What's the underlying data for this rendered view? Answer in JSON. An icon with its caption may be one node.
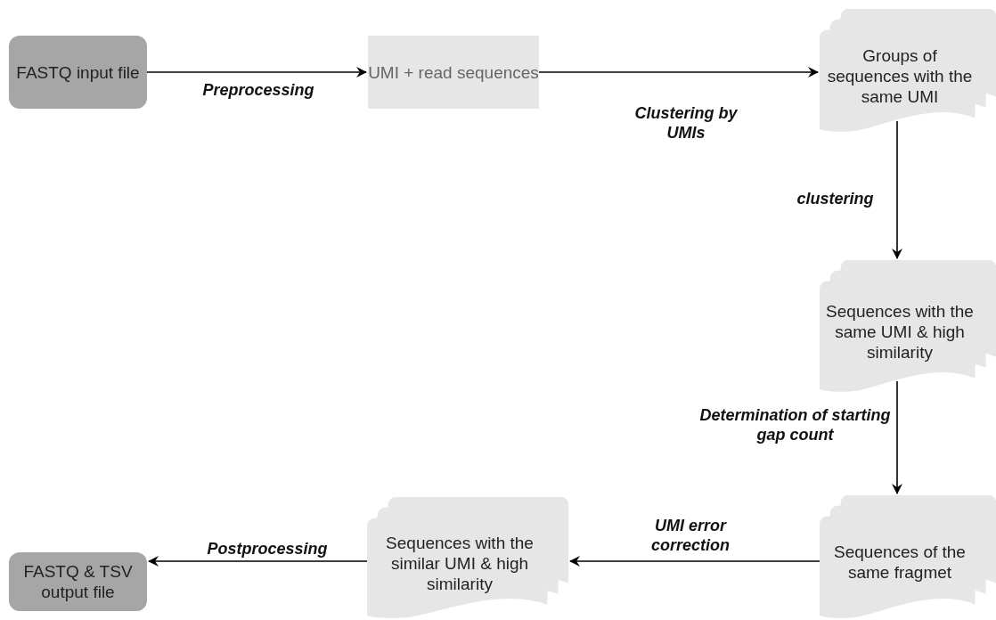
{
  "diagram": {
    "nodes": [
      {
        "text": [
          "FASTQ input file"
        ]
      },
      {
        "text": [
          "UMI + read sequences"
        ]
      },
      {
        "text": [
          "Groups of sequences with the same UMI"
        ]
      },
      {
        "text": [
          "Sequences with the same UMI & high similarity"
        ]
      },
      {
        "text": [
          "Sequences of the same fragmet"
        ]
      },
      {
        "text": [
          "Sequences with the similar UMI & high similarity"
        ]
      },
      {
        "text": [
          "FASTQ & TSV output file"
        ]
      }
    ],
    "edges": [
      {
        "from": 0,
        "to": 1,
        "arrow": "to",
        "label": "Preprocessing"
      },
      {
        "from": 1,
        "to": 2,
        "arrow": "to",
        "label": "Clustering by UMIs"
      },
      {
        "from": 2,
        "to": 3,
        "arrow": "to",
        "label": "clustering"
      },
      {
        "from": 3,
        "to": 4,
        "arrow": "to",
        "label": "Determination of starting gap count"
      },
      {
        "from": 4,
        "to": 5,
        "arrow": "to",
        "label": "UMI error correction"
      },
      {
        "from": 5,
        "to": 6,
        "arrow": "to",
        "label": "Postprocessing"
      }
    ]
  }
}
